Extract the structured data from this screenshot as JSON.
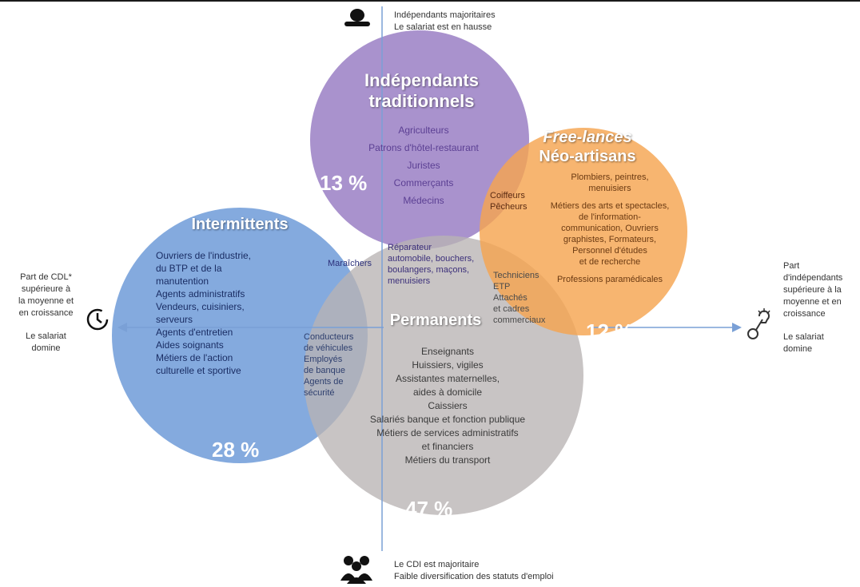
{
  "colors": {
    "purple": "#9a7fc4",
    "orange": "#f5a550",
    "blue": "#6f9bd8",
    "grey": "#b9b3b3",
    "axis": "#7aa0d6"
  },
  "top": {
    "line1": "Indépendants majoritaires",
    "line2": "Le salariat est en hausse"
  },
  "bottom": {
    "line1": "Le CDI est majoritaire",
    "line2": "Faible diversification des statuts d'emploi"
  },
  "left": {
    "lines": [
      "Part de CDL*",
      "supérieure à",
      "la moyenne et",
      "en croissance"
    ],
    "salariat": [
      "Le salariat",
      "domine"
    ]
  },
  "right": {
    "lines": [
      "Part",
      "d'indépendants",
      "supérieure à la",
      "moyenne et en",
      "croissance"
    ],
    "salariat": [
      "Le salariat",
      "domine"
    ]
  },
  "independants": {
    "title1": "Indépendants",
    "title2": "traditionnels",
    "pct": "13 %",
    "items": [
      "Agriculteurs",
      "Patrons d'hôtel-restaurant",
      "Juristes",
      "Commerçants",
      "Médecins"
    ]
  },
  "freelances": {
    "title1": "Free-lances",
    "title2": "Néo-artisans",
    "pct": "12 %",
    "items": [
      "Plombiers, peintres,",
      "menuisiers",
      "",
      "Métiers des arts et spectacles,",
      "de l'information-",
      "communication, Ouvriers",
      "graphistes, Formateurs,",
      "Personnel d'études",
      "et de recherche",
      "",
      "Professions paramédicales"
    ]
  },
  "intermittents": {
    "title": "Intermittents",
    "pct": "28 %",
    "items": [
      "Ouvriers de l'industrie,",
      "du BTP et de la",
      "manutention",
      "Agents administratifs",
      "Vendeurs, cuisiniers,",
      "serveurs",
      "Agents d'entretien",
      "Aides soignants",
      "Métiers de l'action",
      "culturelle et sportive"
    ]
  },
  "permanents": {
    "title": "Permanents",
    "pct": "47 %",
    "items": [
      "Enseignants",
      "Huissiers, vigiles",
      "Assistantes maternelles,",
      "aides à domicile",
      "Caissiers",
      "Salariés banque et fonction publique",
      "Métiers de services administratifs",
      "et financiers",
      "Métiers du transport"
    ]
  },
  "overlaps": {
    "coiffeurs": [
      "Coiffeurs",
      "Pêcheurs"
    ],
    "maraichers": "Maraîchers",
    "reparateur": [
      "Réparateur",
      "automobile, bouchers,",
      "boulangers, maçons,",
      "menuisiers"
    ],
    "techniciens": [
      "Techniciens",
      "ETP",
      "Attachés",
      "et cadres",
      "commerciaux"
    ],
    "conducteurs": [
      "Conducteurs",
      "de véhicules",
      "Employés",
      "de banque",
      "Agents de",
      "sécurité"
    ]
  }
}
